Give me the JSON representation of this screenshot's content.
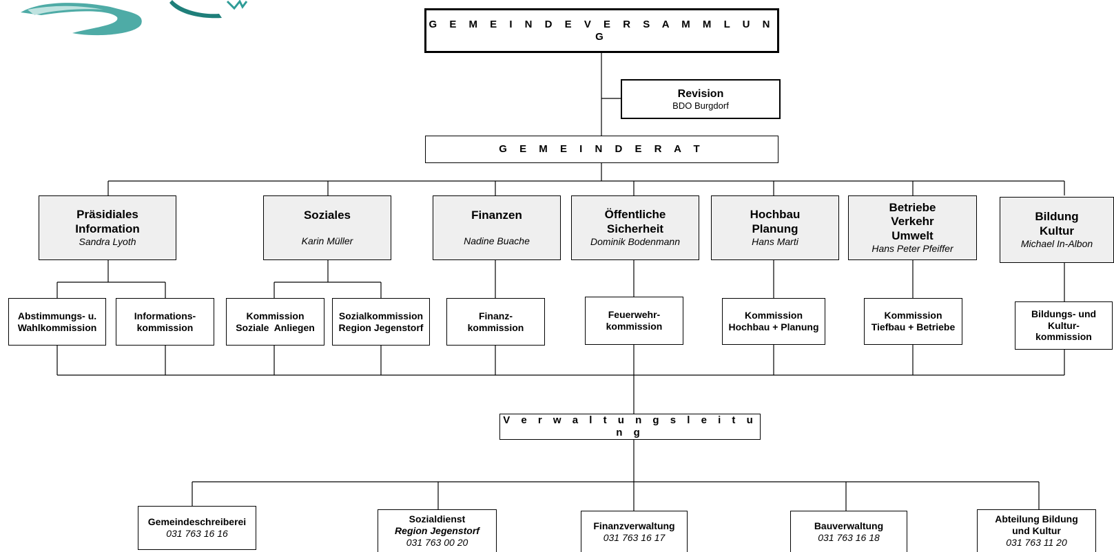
{
  "top": {
    "assembly": "G E M E I N D E V E R S A M M L U N G",
    "revision_title": "Revision",
    "revision_sub": "BDO Burgdorf",
    "council": "G E M E I N D E R A T",
    "admin_lead": "V e r w a l t u n g s l e i t u n g"
  },
  "departments": [
    {
      "title": "Präsidiales\nInformation",
      "person": "Sandra Lyoth"
    },
    {
      "title": "Soziales",
      "person": "Karin Müller"
    },
    {
      "title": "Finanzen",
      "person": "Nadine Buache"
    },
    {
      "title": "Öffentliche\nSicherheit",
      "person": "Dominik Bodenmann"
    },
    {
      "title": "Hochbau\nPlanung",
      "person": "Hans Marti"
    },
    {
      "title": "Betriebe\nVerkehr\nUmwelt",
      "person": "Hans Peter Pfeiffer"
    },
    {
      "title": "Bildung\nKultur",
      "person": "Michael In-Albon"
    }
  ],
  "commissions": [
    "Abstimmungs- u.\nWahlkommission",
    "Informations-\nkommission",
    "Kommission\nSoziale  Anliegen",
    "Sozialkommission\nRegion Jegenstorf",
    "Finanz-\nkommission",
    "Feuerwehr-\nkommission",
    "Kommission\nHochbau + Planung",
    "Kommission\nTiefbau + Betriebe",
    "Bildungs- und\nKultur-\nkommission"
  ],
  "administration": [
    {
      "title": "Gemeindeschreiberei",
      "sub": "",
      "phone": "031 763 16 16"
    },
    {
      "title": "Sozialdienst",
      "sub": "Region Jegenstorf",
      "phone": "031 763 00 20"
    },
    {
      "title": "Finanzverwaltung",
      "sub": "",
      "phone": "031 763 16 17"
    },
    {
      "title": "Bauverwaltung",
      "sub": "",
      "phone": "031 763 16 18"
    },
    {
      "title": "Abteilung Bildung\nund Kultur",
      "sub": "",
      "phone": "031 763 11 20"
    }
  ],
  "colors": {
    "line": "#000000",
    "department_fill": "#efefef",
    "logo_teal": "#2f9c97"
  }
}
